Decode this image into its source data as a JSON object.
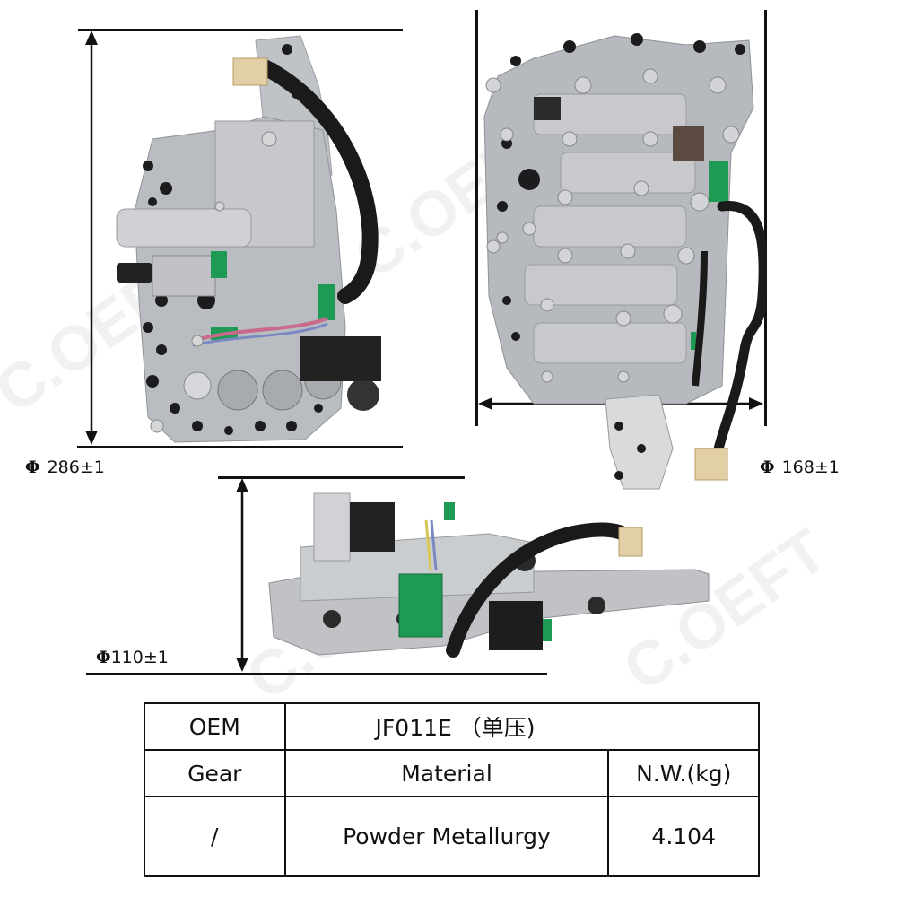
{
  "dimensions": {
    "height": {
      "symbol": "Φ",
      "value": "286±1"
    },
    "width": {
      "symbol": "Φ",
      "value": "168±1"
    },
    "depth": {
      "symbol": "Φ",
      "value": "110±1"
    }
  },
  "watermark": "C.OEFT",
  "spec_table": {
    "row1": {
      "label": "OEM",
      "value": "JF011E （单压)"
    },
    "row2": {
      "gear": "Gear",
      "material": "Material",
      "weight": "N.W.(kg)"
    },
    "row3": {
      "gear": "/",
      "material": "Powder Metallurgy",
      "weight": "4.104"
    }
  },
  "colors": {
    "metal": "#b9bcc0",
    "metal_dark": "#8e9196",
    "hole": "#1c1c1e",
    "harness": "#1a1a1a",
    "connector_green": "#1f9a55",
    "connector_tan": "#e2cfa5",
    "line": "#111111"
  }
}
